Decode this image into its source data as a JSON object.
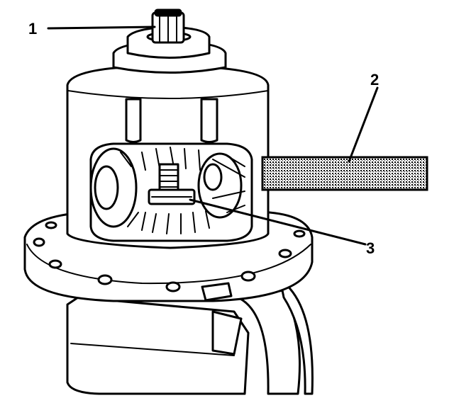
{
  "callouts": [
    {
      "number": "1"
    },
    {
      "number": "2"
    },
    {
      "number": "3"
    }
  ],
  "colors": {
    "ink": "#000000",
    "paper": "#ffffff",
    "shaft_stipple": "#9a9a9a"
  }
}
